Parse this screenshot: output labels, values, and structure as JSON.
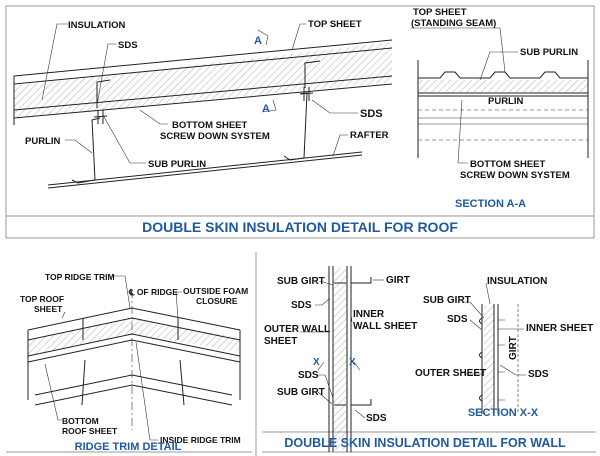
{
  "roof": {
    "title": "DOUBLE SKIN INSULATION DETAIL FOR ROOF",
    "labels": {
      "insulation": "INSULATION",
      "sds_top": "SDS",
      "top_sheet": "TOP SHEET",
      "section_mark_top": "A",
      "section_mark_bottom": "A",
      "sds_right": "SDS",
      "bottom_sheet": "BOTTOM SHEET",
      "screw_down_system": "SCREW DOWN SYSTEM",
      "purlin": "PURLIN",
      "rafter": "RAFTER",
      "sub_purlin": "SUB PURLIN"
    },
    "section_aa": {
      "title": "SECTION A-A",
      "top_sheet": "TOP SHEET",
      "standing_seam": "(STANDING SEAM)",
      "sub_purlin": "SUB PURLIN",
      "purlin": "PURLIN",
      "bottom_sheet": "BOTTOM SHEET",
      "screw_down_system": "SCREW DOWN SYSTEM"
    }
  },
  "ridge": {
    "title": "RIDGE TRIM DETAIL",
    "labels": {
      "top_ridge_trim": "TOP RIDGE TRIM",
      "centerline_of_ridge": "℄ OF RIDGE",
      "outside_foam": "OUTSIDE FOAM",
      "closure": "CLOSURE",
      "top_roof": "TOP ROOF",
      "sheet": "SHEET",
      "bottom": "BOTTOM",
      "roof_sheet": "ROOF SHEET",
      "inside_ridge_trim": "INSIDE RIDGE TRIM"
    }
  },
  "wall": {
    "title": "DOUBLE SKIN INSULATION DETAIL FOR WALL",
    "labels": {
      "sub_girt_top": "SUB GIRT",
      "girt": "GIRT",
      "sds_1": "SDS",
      "inner": "INNER",
      "wall_sheet": "WALL SHEET",
      "outer_wall": "OUTER WALL",
      "sheet": "SHEET",
      "x_left": "X",
      "x_right": "X",
      "sds_2": "SDS",
      "sub_girt_bottom": "SUB GIRT",
      "sds_3": "SDS"
    },
    "section_xx": {
      "title": "SECTION X-X",
      "insulation": "INSULATION",
      "sub_girt": "SUB GIRT",
      "sds_left": "SDS",
      "inner_sheet": "INNER SHEET",
      "girt": "GIRT",
      "outer_sheet": "OUTER SHEET",
      "sds_right": "SDS"
    }
  }
}
